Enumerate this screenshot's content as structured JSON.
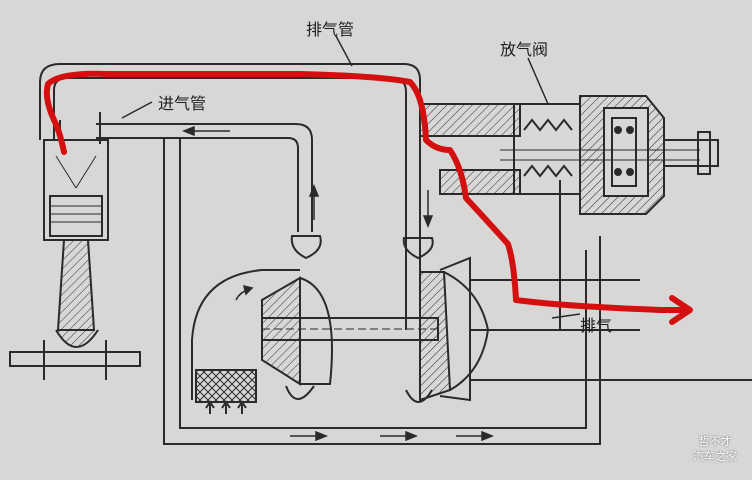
{
  "diagram": {
    "labels": {
      "exhaust_pipe": "排气管",
      "intake_pipe": "进气管",
      "blow_off_valve": "放气阀",
      "exhaust_out": "排气"
    },
    "watermark": {
      "line1": "哲不才",
      "line2": "汽车之家"
    }
  },
  "colors": {
    "paper": "#d9d7d6",
    "ink": "#2a2a2a",
    "highlight": "#d40f10"
  }
}
